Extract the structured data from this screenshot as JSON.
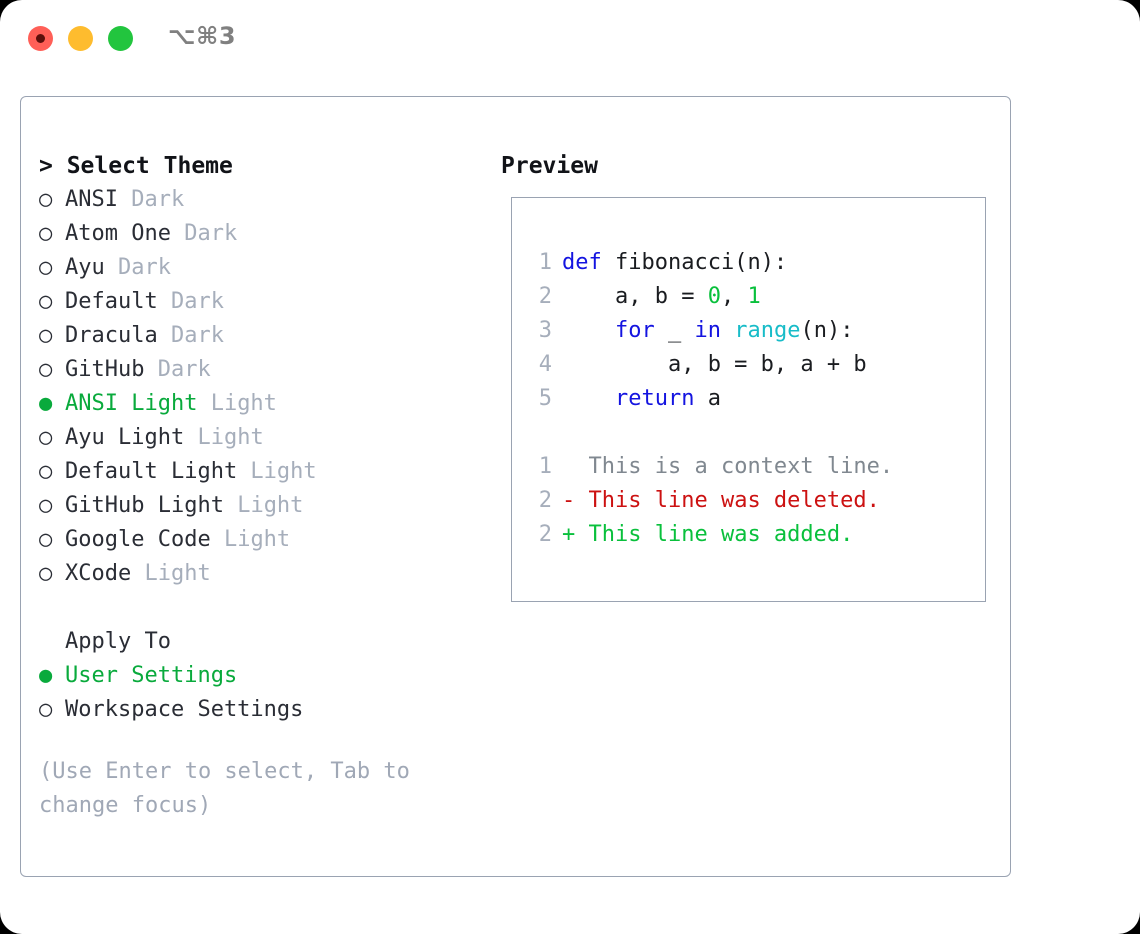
{
  "window": {
    "shortcut": "⌥⌘3",
    "traffic_lights": [
      {
        "name": "close-button",
        "color": "#ff5f57"
      },
      {
        "name": "minimize-button",
        "color": "#febc2e"
      },
      {
        "name": "maximize-button",
        "color": "#22c53e"
      }
    ]
  },
  "theme_picker": {
    "header": "> Select Theme",
    "items": [
      {
        "marker": "○",
        "name": "ANSI",
        "suffix": "Dark",
        "selected": false
      },
      {
        "marker": "○",
        "name": "Atom One",
        "suffix": "Dark",
        "selected": false
      },
      {
        "marker": "○",
        "name": "Ayu",
        "suffix": "Dark",
        "selected": false
      },
      {
        "marker": "○",
        "name": "Default",
        "suffix": "Dark",
        "selected": false
      },
      {
        "marker": "○",
        "name": "Dracula",
        "suffix": "Dark",
        "selected": false
      },
      {
        "marker": "○",
        "name": "GitHub",
        "suffix": "Dark",
        "selected": false
      },
      {
        "marker": "●",
        "name": "ANSI Light",
        "suffix": "Light",
        "selected": true
      },
      {
        "marker": "○",
        "name": "Ayu Light",
        "suffix": "Light",
        "selected": false
      },
      {
        "marker": "○",
        "name": "Default Light",
        "suffix": "Light",
        "selected": false
      },
      {
        "marker": "○",
        "name": "GitHub Light",
        "suffix": "Light",
        "selected": false
      },
      {
        "marker": "○",
        "name": "Google Code",
        "suffix": "Light",
        "selected": false
      },
      {
        "marker": "○",
        "name": "XCode",
        "suffix": "Light",
        "selected": false
      }
    ]
  },
  "apply_to": {
    "header": "Apply To",
    "items": [
      {
        "marker": "●",
        "name": "User Settings",
        "selected": true
      },
      {
        "marker": "○",
        "name": "Workspace Settings",
        "selected": false
      }
    ]
  },
  "hint": "(Use Enter to select, Tab to change focus)",
  "preview": {
    "title": "Preview",
    "code_lines": [
      {
        "lno": "1",
        "tokens": [
          {
            "t": "def",
            "c": "kw"
          },
          {
            "t": " fibonacci(n):",
            "c": "txt"
          }
        ]
      },
      {
        "lno": "2",
        "tokens": [
          {
            "t": "    a, b = ",
            "c": "txt"
          },
          {
            "t": "0",
            "c": "num"
          },
          {
            "t": ", ",
            "c": "txt"
          },
          {
            "t": "1",
            "c": "num"
          }
        ]
      },
      {
        "lno": "3",
        "tokens": [
          {
            "t": "    ",
            "c": "txt"
          },
          {
            "t": "for",
            "c": "kw"
          },
          {
            "t": " _ ",
            "c": "txt"
          },
          {
            "t": "in",
            "c": "kw"
          },
          {
            "t": " ",
            "c": "txt"
          },
          {
            "t": "range",
            "c": "fn"
          },
          {
            "t": "(n):",
            "c": "txt"
          }
        ]
      },
      {
        "lno": "4",
        "tokens": [
          {
            "t": "        a, b = b, a + b",
            "c": "txt"
          }
        ]
      },
      {
        "lno": "5",
        "tokens": [
          {
            "t": "    ",
            "c": "txt"
          },
          {
            "t": "return",
            "c": "kw"
          },
          {
            "t": " a",
            "c": "txt"
          }
        ]
      }
    ],
    "diff_lines": [
      {
        "lno": "1",
        "sign": "  ",
        "text": "This is a context line.",
        "kind": "ctx"
      },
      {
        "lno": "2",
        "sign": "- ",
        "text": "This line was deleted.",
        "kind": "del"
      },
      {
        "lno": "2",
        "sign": "+ ",
        "text": "This line was added.",
        "kind": "add"
      }
    ]
  },
  "colors": {
    "accent_green": "#09aa3c",
    "muted": "#a6aebb",
    "keyword_blue": "#1414e0",
    "function_cyan": "#18bcc8",
    "number_green": "#09c03c",
    "diff_delete_red": "#cc1111",
    "diff_add_green": "#09c03c",
    "border": "#9aa3b2"
  }
}
